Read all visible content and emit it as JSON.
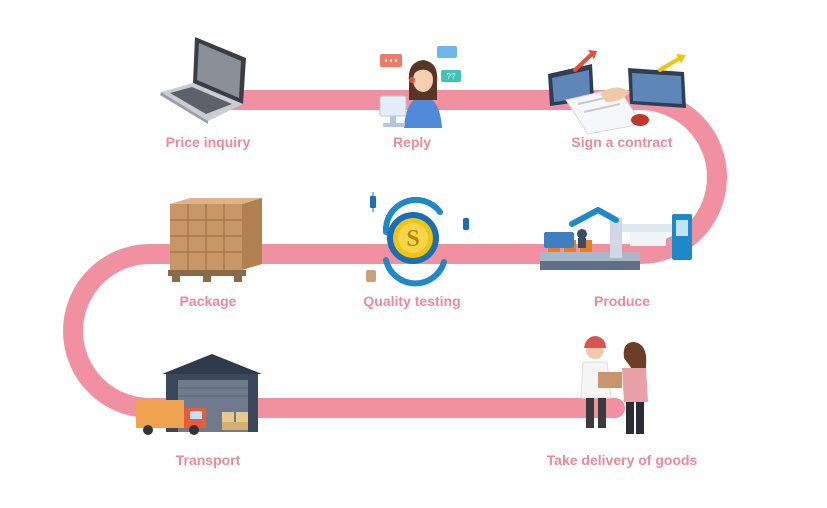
{
  "colors": {
    "path": "#f090a0",
    "label": "#ec8a98",
    "background": "#ffffff"
  },
  "steps": [
    {
      "label": "Price inquiry",
      "icon": "laptop-icon"
    },
    {
      "label": "Reply",
      "icon": "customer-service-icon"
    },
    {
      "label": "Sign a contract",
      "icon": "handshake-contract-icon"
    },
    {
      "label": "Produce",
      "icon": "factory-robot-arm-icon"
    },
    {
      "label": "Quality testing",
      "icon": "quality-coin-icon"
    },
    {
      "label": "Package",
      "icon": "pallet-boxes-icon"
    },
    {
      "label": "Transport",
      "icon": "truck-warehouse-icon"
    },
    {
      "label": "Take delivery of goods",
      "icon": "delivery-handover-icon"
    }
  ]
}
